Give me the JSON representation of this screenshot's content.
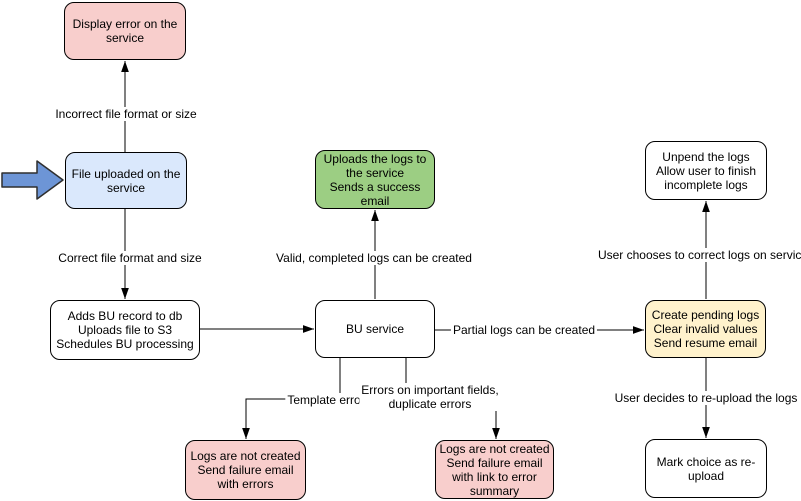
{
  "diagram": {
    "nodes": [
      {
        "id": "display-error",
        "label": "Display error on the\nservice",
        "fill": "#f8cecc"
      },
      {
        "id": "file-uploaded",
        "label": "File uploaded on the\nservice",
        "fill": "#dae8fc"
      },
      {
        "id": "adds-bu-record",
        "label": "Adds BU record to db\nUploads file to S3\nSchedules BU processing",
        "fill": "#ffffff"
      },
      {
        "id": "bu-service",
        "label": "BU service",
        "fill": "#ffffff"
      },
      {
        "id": "uploads-logs-success",
        "label": "Uploads the logs to\nthe service\nSends a success\nemail",
        "fill": "#9cce83"
      },
      {
        "id": "unpend-logs",
        "label": "Unpend the logs\nAllow user to finish\nincomplete logs",
        "fill": "#ffffff"
      },
      {
        "id": "create-pending-logs",
        "label": "Create pending logs\nClear invalid values\nSend resume email",
        "fill": "#fff2cc"
      },
      {
        "id": "mark-choice-reupload",
        "label": "Mark choice as re-\nupload",
        "fill": "#ffffff"
      },
      {
        "id": "logs-not-created-errors",
        "label": "Logs are not created\nSend failure email\nwith errors",
        "fill": "#f8cecc"
      },
      {
        "id": "logs-not-created-summary",
        "label": "Logs are not created\nSend failure email\nwith link to error\nsummary",
        "fill": "#f8cecc"
      }
    ],
    "edge_labels": [
      {
        "id": "incorrect-file-format",
        "text": "Incorrect file format or size"
      },
      {
        "id": "correct-file-format",
        "text": "Correct file format and size"
      },
      {
        "id": "valid-completed-logs",
        "text": "Valid, completed logs can be created"
      },
      {
        "id": "partial-logs",
        "text": "Partial logs can be created"
      },
      {
        "id": "user-chooses-correct",
        "text": "User chooses to correct logs on service"
      },
      {
        "id": "user-decides-reupload",
        "text": "User decides to re-upload the logs"
      },
      {
        "id": "template-errors",
        "text": "Template errors"
      },
      {
        "id": "errors-important-fields",
        "text": "Errors on important fields,\nduplicate errors"
      }
    ]
  },
  "colors": {
    "node_stroke": "#000000",
    "connector": "#000000",
    "input_arrow_fill": "#6d95d6",
    "input_arrow_stroke": "#2f2f2f",
    "pink": "#f8cecc",
    "blue": "#dae8fc",
    "green": "#9cce83",
    "yellow": "#fff2cc",
    "white": "#ffffff"
  }
}
